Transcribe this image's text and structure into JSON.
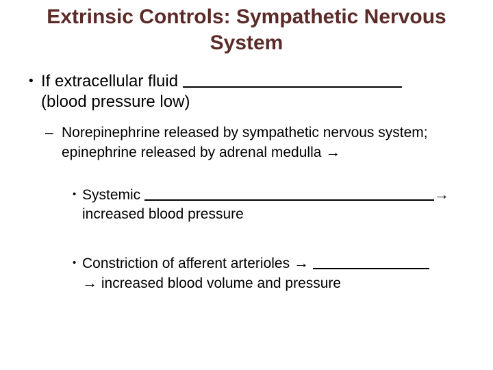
{
  "slide": {
    "title": {
      "lines": [
        "Extrinsic Controls: Sympathetic Nervous",
        "System"
      ],
      "color": "#5b2b28"
    },
    "arrow_glyph": "→",
    "bullets": {
      "extracellular": {
        "marker": "•",
        "line1_text": "If extracellular fluid",
        "line2_text": "(blood pressure low)"
      },
      "norepinephrine": {
        "marker": "–",
        "line1_text": "Norepinephrine released by sympathetic nervous system;",
        "line2_text": "epinephrine released by adrenal medulla",
        "line2_arrow": "→"
      },
      "systemic": {
        "marker": "•",
        "line1_text": "Systemic",
        "line1_arrow": "→",
        "line2_text": "increased blood pressure"
      },
      "constriction": {
        "marker": "•",
        "line1_text": "Constriction of afferent arterioles",
        "line1_arrow": "→",
        "line2_arrow": "→",
        "line2_text": "increased blood volume and pressure"
      }
    }
  }
}
